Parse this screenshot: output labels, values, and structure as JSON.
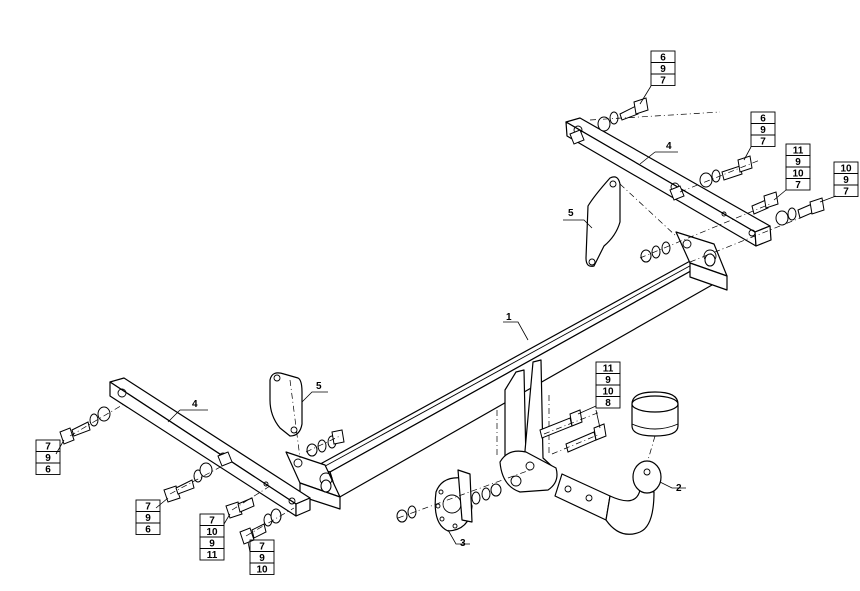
{
  "callouts": [
    {
      "id": "c1",
      "text": "1"
    },
    {
      "id": "c2",
      "text": "2"
    },
    {
      "id": "c3",
      "text": "3"
    },
    {
      "id": "c4a",
      "text": "4"
    },
    {
      "id": "c4b",
      "text": "4"
    },
    {
      "id": "c5a",
      "text": "5"
    },
    {
      "id": "c5b",
      "text": "5"
    }
  ],
  "stacks": [
    {
      "id": "s_top",
      "values": [
        "6",
        "9",
        "7"
      ]
    },
    {
      "id": "s_upper_mid",
      "values": [
        "6",
        "9",
        "7"
      ]
    },
    {
      "id": "s_right_a",
      "values": [
        "11",
        "9",
        "10",
        "7"
      ]
    },
    {
      "id": "s_right_b",
      "values": [
        "10",
        "9",
        "7"
      ]
    },
    {
      "id": "s_center",
      "values": [
        "11",
        "9",
        "10",
        "8"
      ]
    },
    {
      "id": "s_left_a",
      "values": [
        "7",
        "9",
        "6"
      ]
    },
    {
      "id": "s_left_b",
      "values": [
        "7",
        "9",
        "6"
      ]
    },
    {
      "id": "s_left_c",
      "values": [
        "7",
        "10",
        "9",
        "11"
      ]
    },
    {
      "id": "s_left_d",
      "values": [
        "7",
        "9",
        "10"
      ]
    }
  ]
}
